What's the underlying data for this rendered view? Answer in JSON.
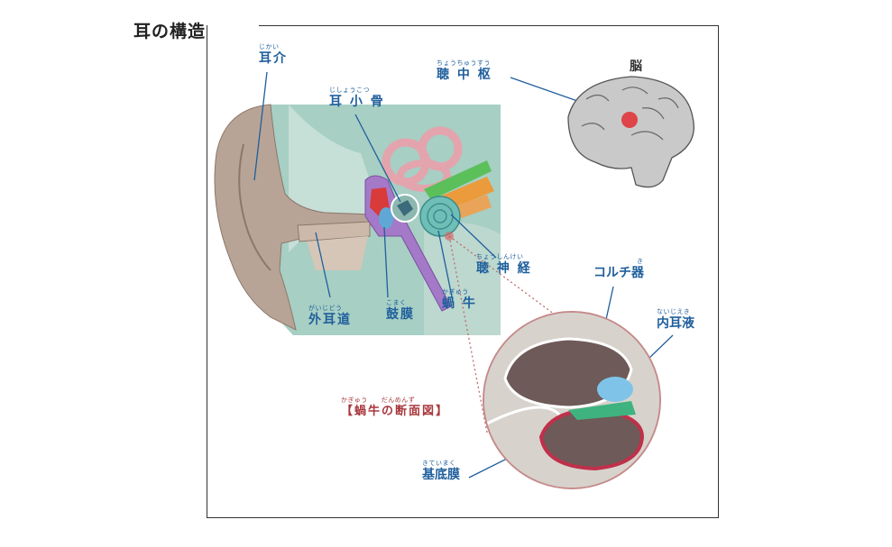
{
  "title": "耳の構造",
  "labels": {
    "jikai": {
      "furigana": "じかい",
      "text": "耳介"
    },
    "jishoukotsu": {
      "furigana": "じしょうこつ",
      "text": "耳 小 骨"
    },
    "chouchuusuu": {
      "furigana": "ちょうちゅうすう",
      "text": "聴 中 枢"
    },
    "nou": {
      "furigana": "",
      "text": "脳"
    },
    "choushinkei": {
      "furigana": "ちょうしんけい",
      "text": "聴 神 経"
    },
    "gaijidou": {
      "furigana": "がいじどう",
      "text": "外耳道"
    },
    "komaku": {
      "furigana": "こまく",
      "text": "鼓膜"
    },
    "kagyuu": {
      "furigana": "かぎゅう",
      "text": "蝸 牛"
    },
    "korutiki": {
      "furigana": "き",
      "text": "コルチ器"
    },
    "naijieki": {
      "furigana": "ないじえき",
      "text": "内耳液"
    },
    "dammenzu": {
      "furigana": "かぎゅう　　だんめんず",
      "text": "【蝸牛の断面図】"
    },
    "kiteimaku": {
      "furigana": "きていまく",
      "text": "基底膜"
    }
  },
  "colors": {
    "label_blue": "#1f5f9c",
    "section_red": "#a8383c",
    "background_teal": "#a7cfc4",
    "ear_skin": "#b8a496",
    "brain_gray": "#c9c9c9",
    "brain_center_red": "#e0353a"
  }
}
